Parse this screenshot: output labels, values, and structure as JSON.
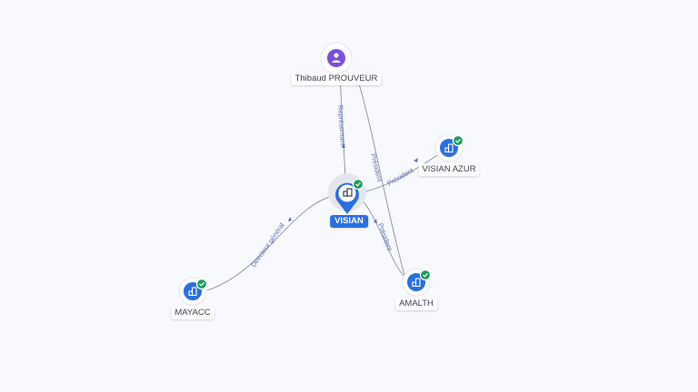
{
  "colors": {
    "company": "#2a6fe0",
    "person": "#7c4fd9",
    "check": "#1e9e57",
    "edge": "#8a8f9c",
    "edge_label": "#5b6eb8"
  },
  "nodes": {
    "thibaud": {
      "label": "Thibaud PROUVEUR",
      "type": "person",
      "icon": "person-icon"
    },
    "visian": {
      "label": "VISIAN",
      "type": "company",
      "icon": "building-icon",
      "focus": true,
      "verified": true
    },
    "visian_azur": {
      "label": "VISIAN AZUR",
      "type": "company",
      "icon": "building-icon",
      "verified": true
    },
    "mayacc": {
      "label": "MAYACC",
      "type": "company",
      "icon": "building-icon",
      "verified": true
    },
    "amalth": {
      "label": "AMALTH",
      "type": "company",
      "icon": "building-icon",
      "verified": true
    }
  },
  "edges": {
    "thibaud_visian": "Représentant",
    "thibaud_amalth": "Président",
    "visian_visian_azur": "Président",
    "visian_amalth": "Président",
    "mayacc_visian": "Directeur général"
  }
}
